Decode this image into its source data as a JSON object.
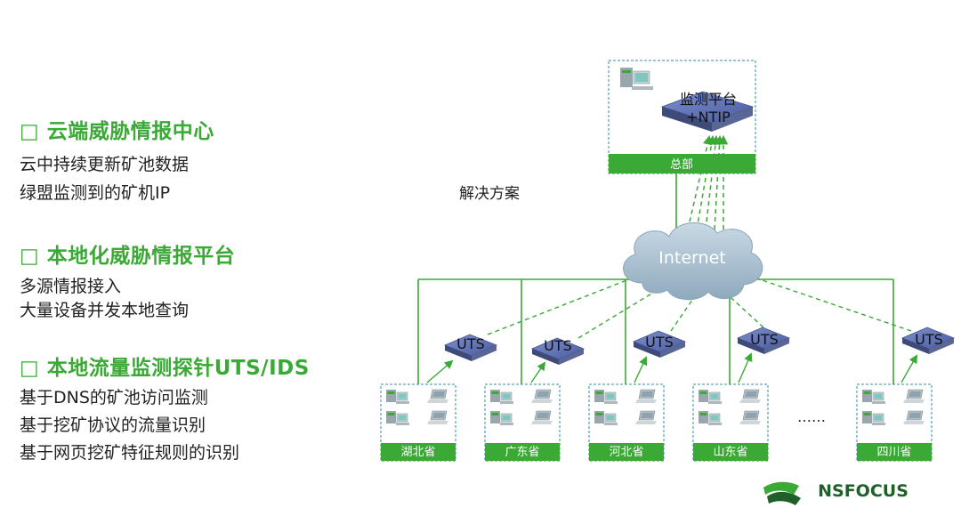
{
  "sections": [
    {
      "heading": "□  云端威胁情报中心",
      "lines": [
        "云中持续更新矿池数据",
        "绿盟监测到的矿机IP"
      ]
    },
    {
      "heading": "□ 本地化威胁情报平台",
      "lines": [
        "多源情报接入",
        "大量设备并发本地查询"
      ]
    },
    {
      "heading": "□ 本地流量监测探针UTS/IDS",
      "lines": [
        "基于DNS的矿池访问监测",
        "基于挖矿协议的流量识别",
        "基于网页挖矿特征规则的识别"
      ]
    }
  ],
  "diagram": {
    "caption": "解决方案",
    "hq": {
      "label": "总部",
      "platform_line1": "监测平台",
      "platform_line2": "+NTIP"
    },
    "cloud_label": "Internet",
    "probe_label": "UTS",
    "ellipsis": "……",
    "branches": [
      {
        "label": "湖北省"
      },
      {
        "label": "广东省"
      },
      {
        "label": "河北省"
      },
      {
        "label": "山东省"
      },
      {
        "label": "四川省"
      }
    ]
  },
  "brand": {
    "name": "NSFOCUS"
  },
  "colors": {
    "accent": "#3aa935",
    "dashed_border": "#2f8fa0",
    "device_blue": "#5d6fb0",
    "cloud": "#a9bfd0"
  }
}
